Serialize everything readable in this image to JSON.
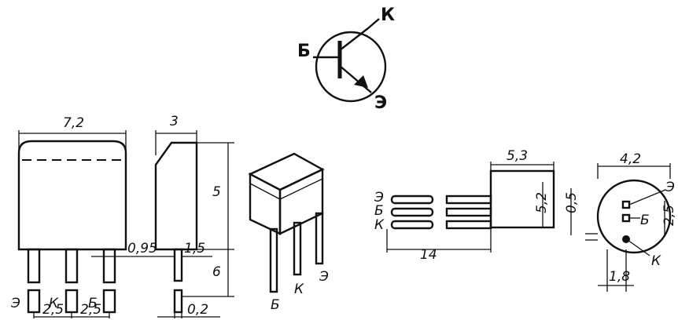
{
  "symbol": {
    "base": "Б",
    "collector": "К",
    "emitter": "Э"
  },
  "front_view": {
    "width": "7,2",
    "pins": [
      "Э",
      "К",
      "Б"
    ],
    "pitch_left": "2,5",
    "pitch_right": "2,5",
    "pin_gap": "0,95"
  },
  "side_view": {
    "depth": "3",
    "body_height": "5",
    "lead_dim": "1,5",
    "lead_length": "6",
    "lead_thickness": "0,2"
  },
  "iso_view": {
    "pins": [
      "Б",
      "К",
      "Э"
    ]
  },
  "lead_view": {
    "pins": [
      "Э",
      "Б",
      "К"
    ],
    "lead_length": "14",
    "body_width": "5,3",
    "body_height": "5,2",
    "offset": "0,5"
  },
  "end_view": {
    "diameter": "4,2",
    "pins": [
      "Э",
      "Б",
      "К"
    ],
    "spacing": "2,5",
    "offset": "1,8"
  }
}
